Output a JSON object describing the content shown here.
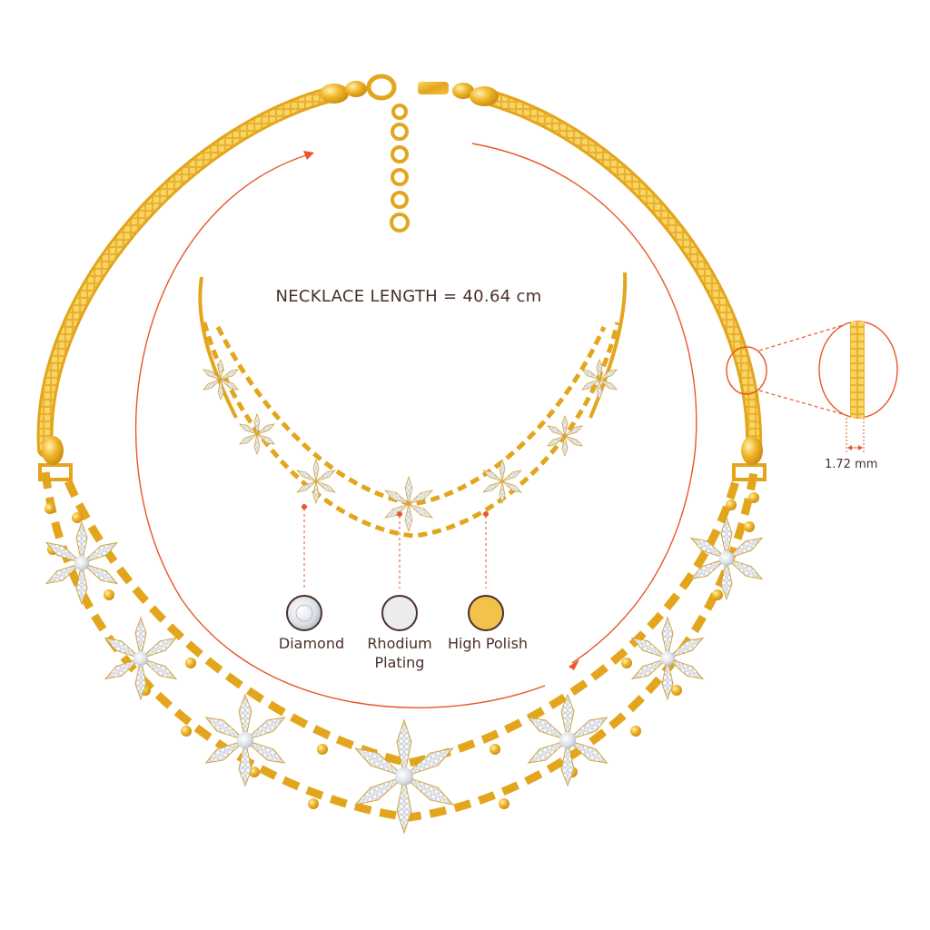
{
  "measurements": {
    "necklace_length": "NECKLACE LENGTH = 40.64 cm",
    "chain_thickness": "1.72 mm"
  },
  "finishes": [
    {
      "name": "Diamond",
      "swatch_color": "#e9e9ee"
    },
    {
      "name": "Rhodium\nPlating",
      "swatch_color": "#ececec"
    },
    {
      "name": "High Polish",
      "swatch_color": "#f2c24a"
    }
  ],
  "colors": {
    "accent": "#e8572a",
    "gold": "#e3a51c",
    "gold_light": "#f6cf57",
    "diamond": "#dfe3ea",
    "text": "#4a2f2a"
  }
}
